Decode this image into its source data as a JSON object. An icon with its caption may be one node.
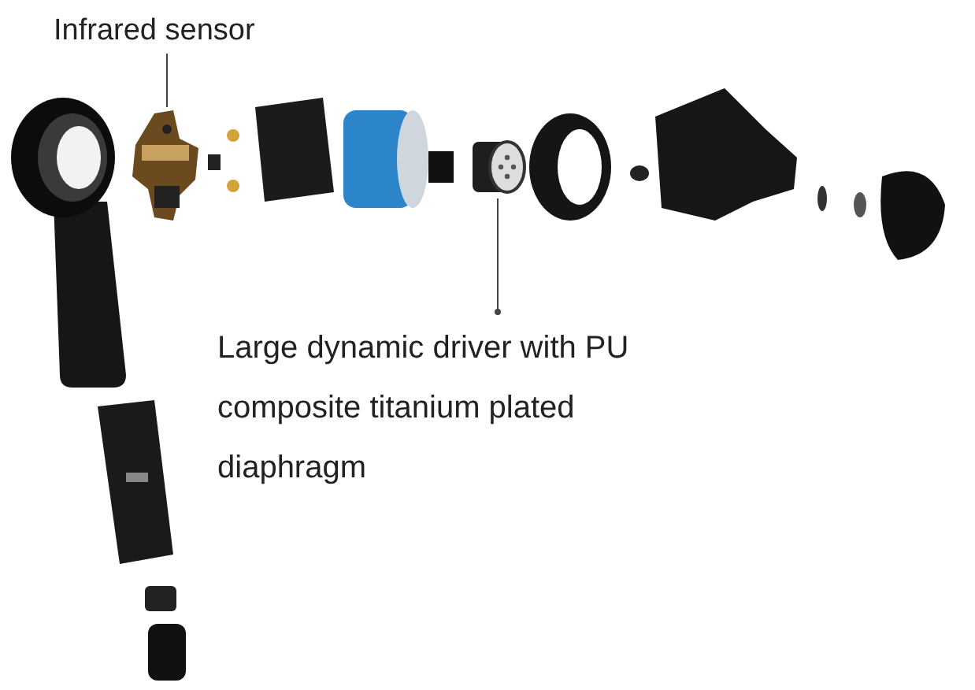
{
  "diagram": {
    "nodes": [
      {
        "text": [
          "Infrared sensor"
        ]
      },
      {
        "text": [],
        "shape": "picture"
      },
      {
        "text": [
          "Large dynamic driver with PU composite titanium plated diaphragm"
        ]
      },
      {
        "text": [],
        "shape": "picture"
      }
    ],
    "edges": [
      {
        "from": 0,
        "to": 1,
        "arrow": "none"
      },
      {
        "from": 2,
        "to": 3,
        "arrow": "other"
      }
    ]
  }
}
